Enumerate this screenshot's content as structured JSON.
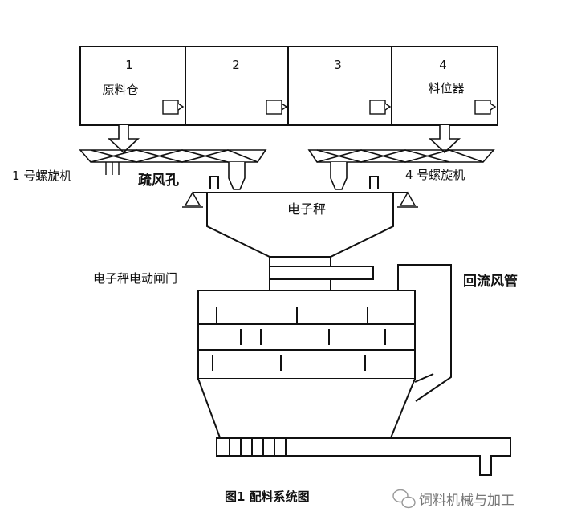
{
  "bins": [
    {
      "number": "1",
      "name": "原料仓"
    },
    {
      "number": "2",
      "name": ""
    },
    {
      "number": "3",
      "name": ""
    },
    {
      "number": "4",
      "name": "料位器"
    }
  ],
  "labels": {
    "screw_1": "1 号螺旋机",
    "screw_4": "4 号螺旋机",
    "vent_hole": "疏风孔",
    "scale": "电子秤",
    "scale_gate": "电子秤电动闸门",
    "return_duct": "回流风管"
  },
  "caption": "图1  配料系统图",
  "watermark": "饲料机械与加工"
}
